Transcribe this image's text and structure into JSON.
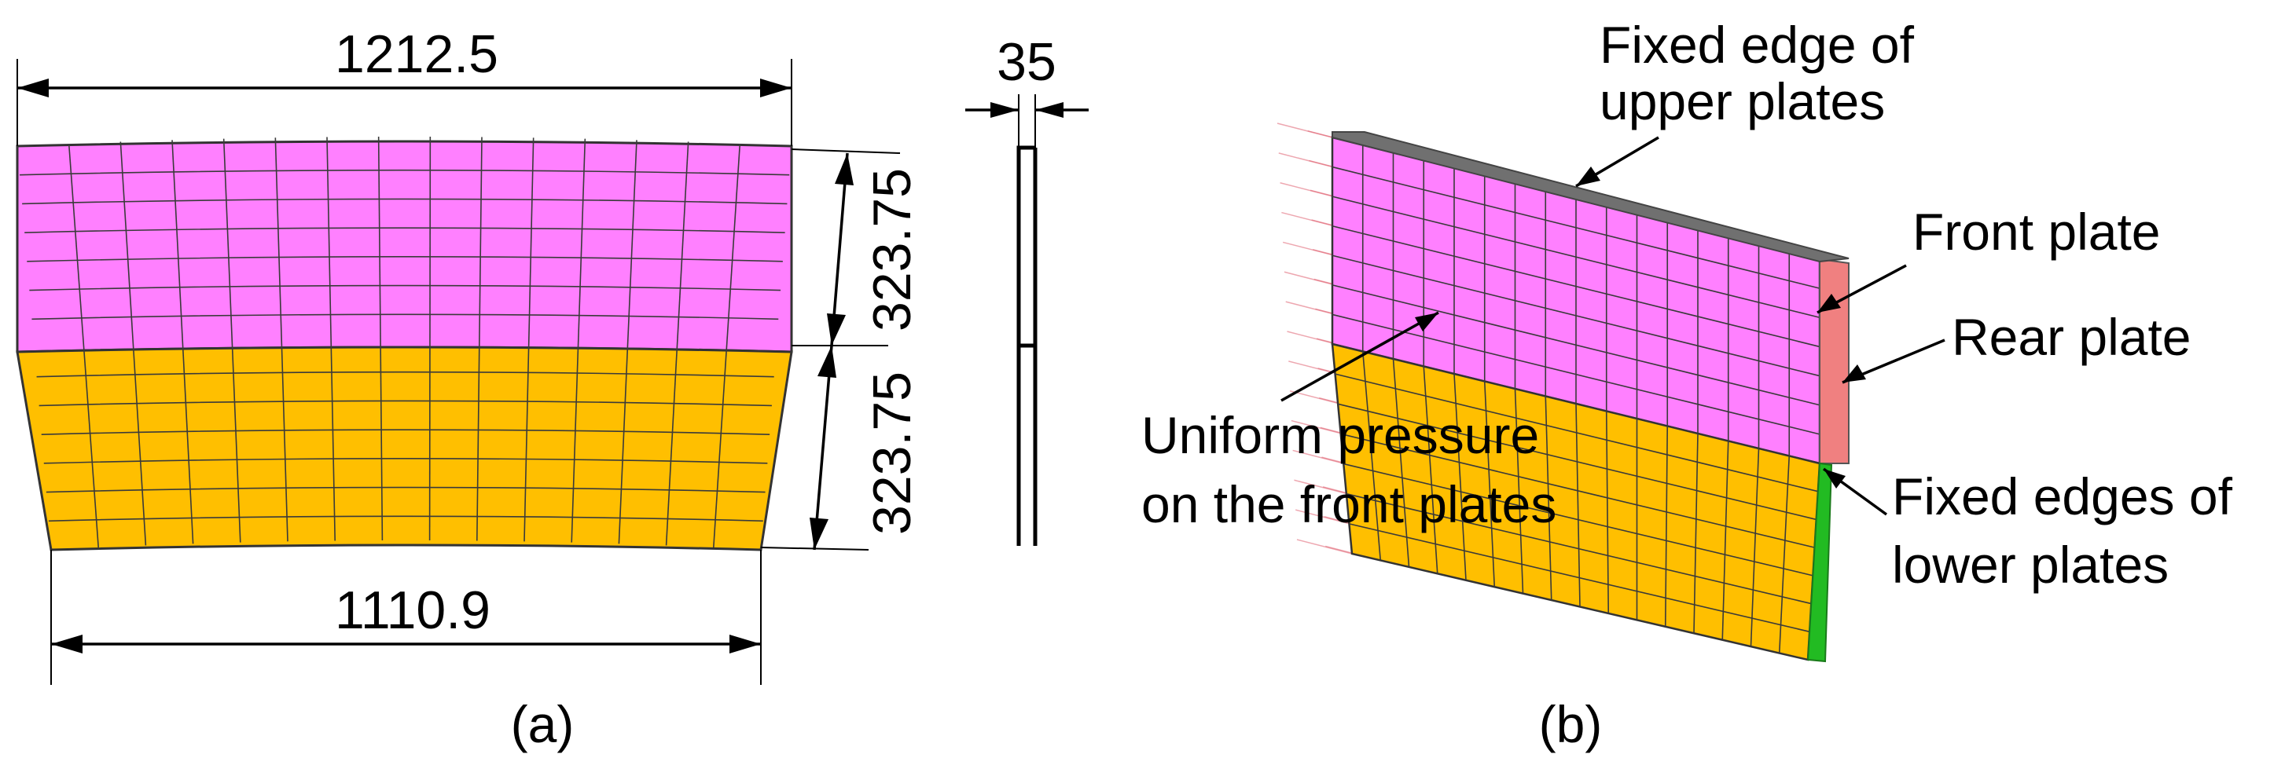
{
  "panel_a": {
    "dim_top_width": "1212.5",
    "dim_bottom_width": "1110.9",
    "dim_upper_height": "323.75",
    "dim_lower_height": "323.75",
    "dim_thickness": "35",
    "caption": "(a)",
    "colors": {
      "upper_plate": "#ff80ff",
      "lower_plate": "#ffbf00"
    }
  },
  "panel_b": {
    "label_fixed_upper_line1": "Fixed edge of",
    "label_fixed_upper_line2": "upper plates",
    "label_front_plate": "Front plate",
    "label_rear_plate": "Rear plate",
    "label_pressure_line1": "Uniform pressure",
    "label_pressure_line2": "on the front plates",
    "label_fixed_lower_line1": "Fixed edges of",
    "label_fixed_lower_line2": "lower plates",
    "caption": "(b)",
    "colors": {
      "upper_plate": "#ff80ff",
      "lower_plate": "#ffbf00",
      "rear_plate": "#f08080",
      "fixed_upper_edge": "#707070",
      "fixed_lower_edge": "#22bb22",
      "pressure_arrows": "#e06070"
    }
  }
}
